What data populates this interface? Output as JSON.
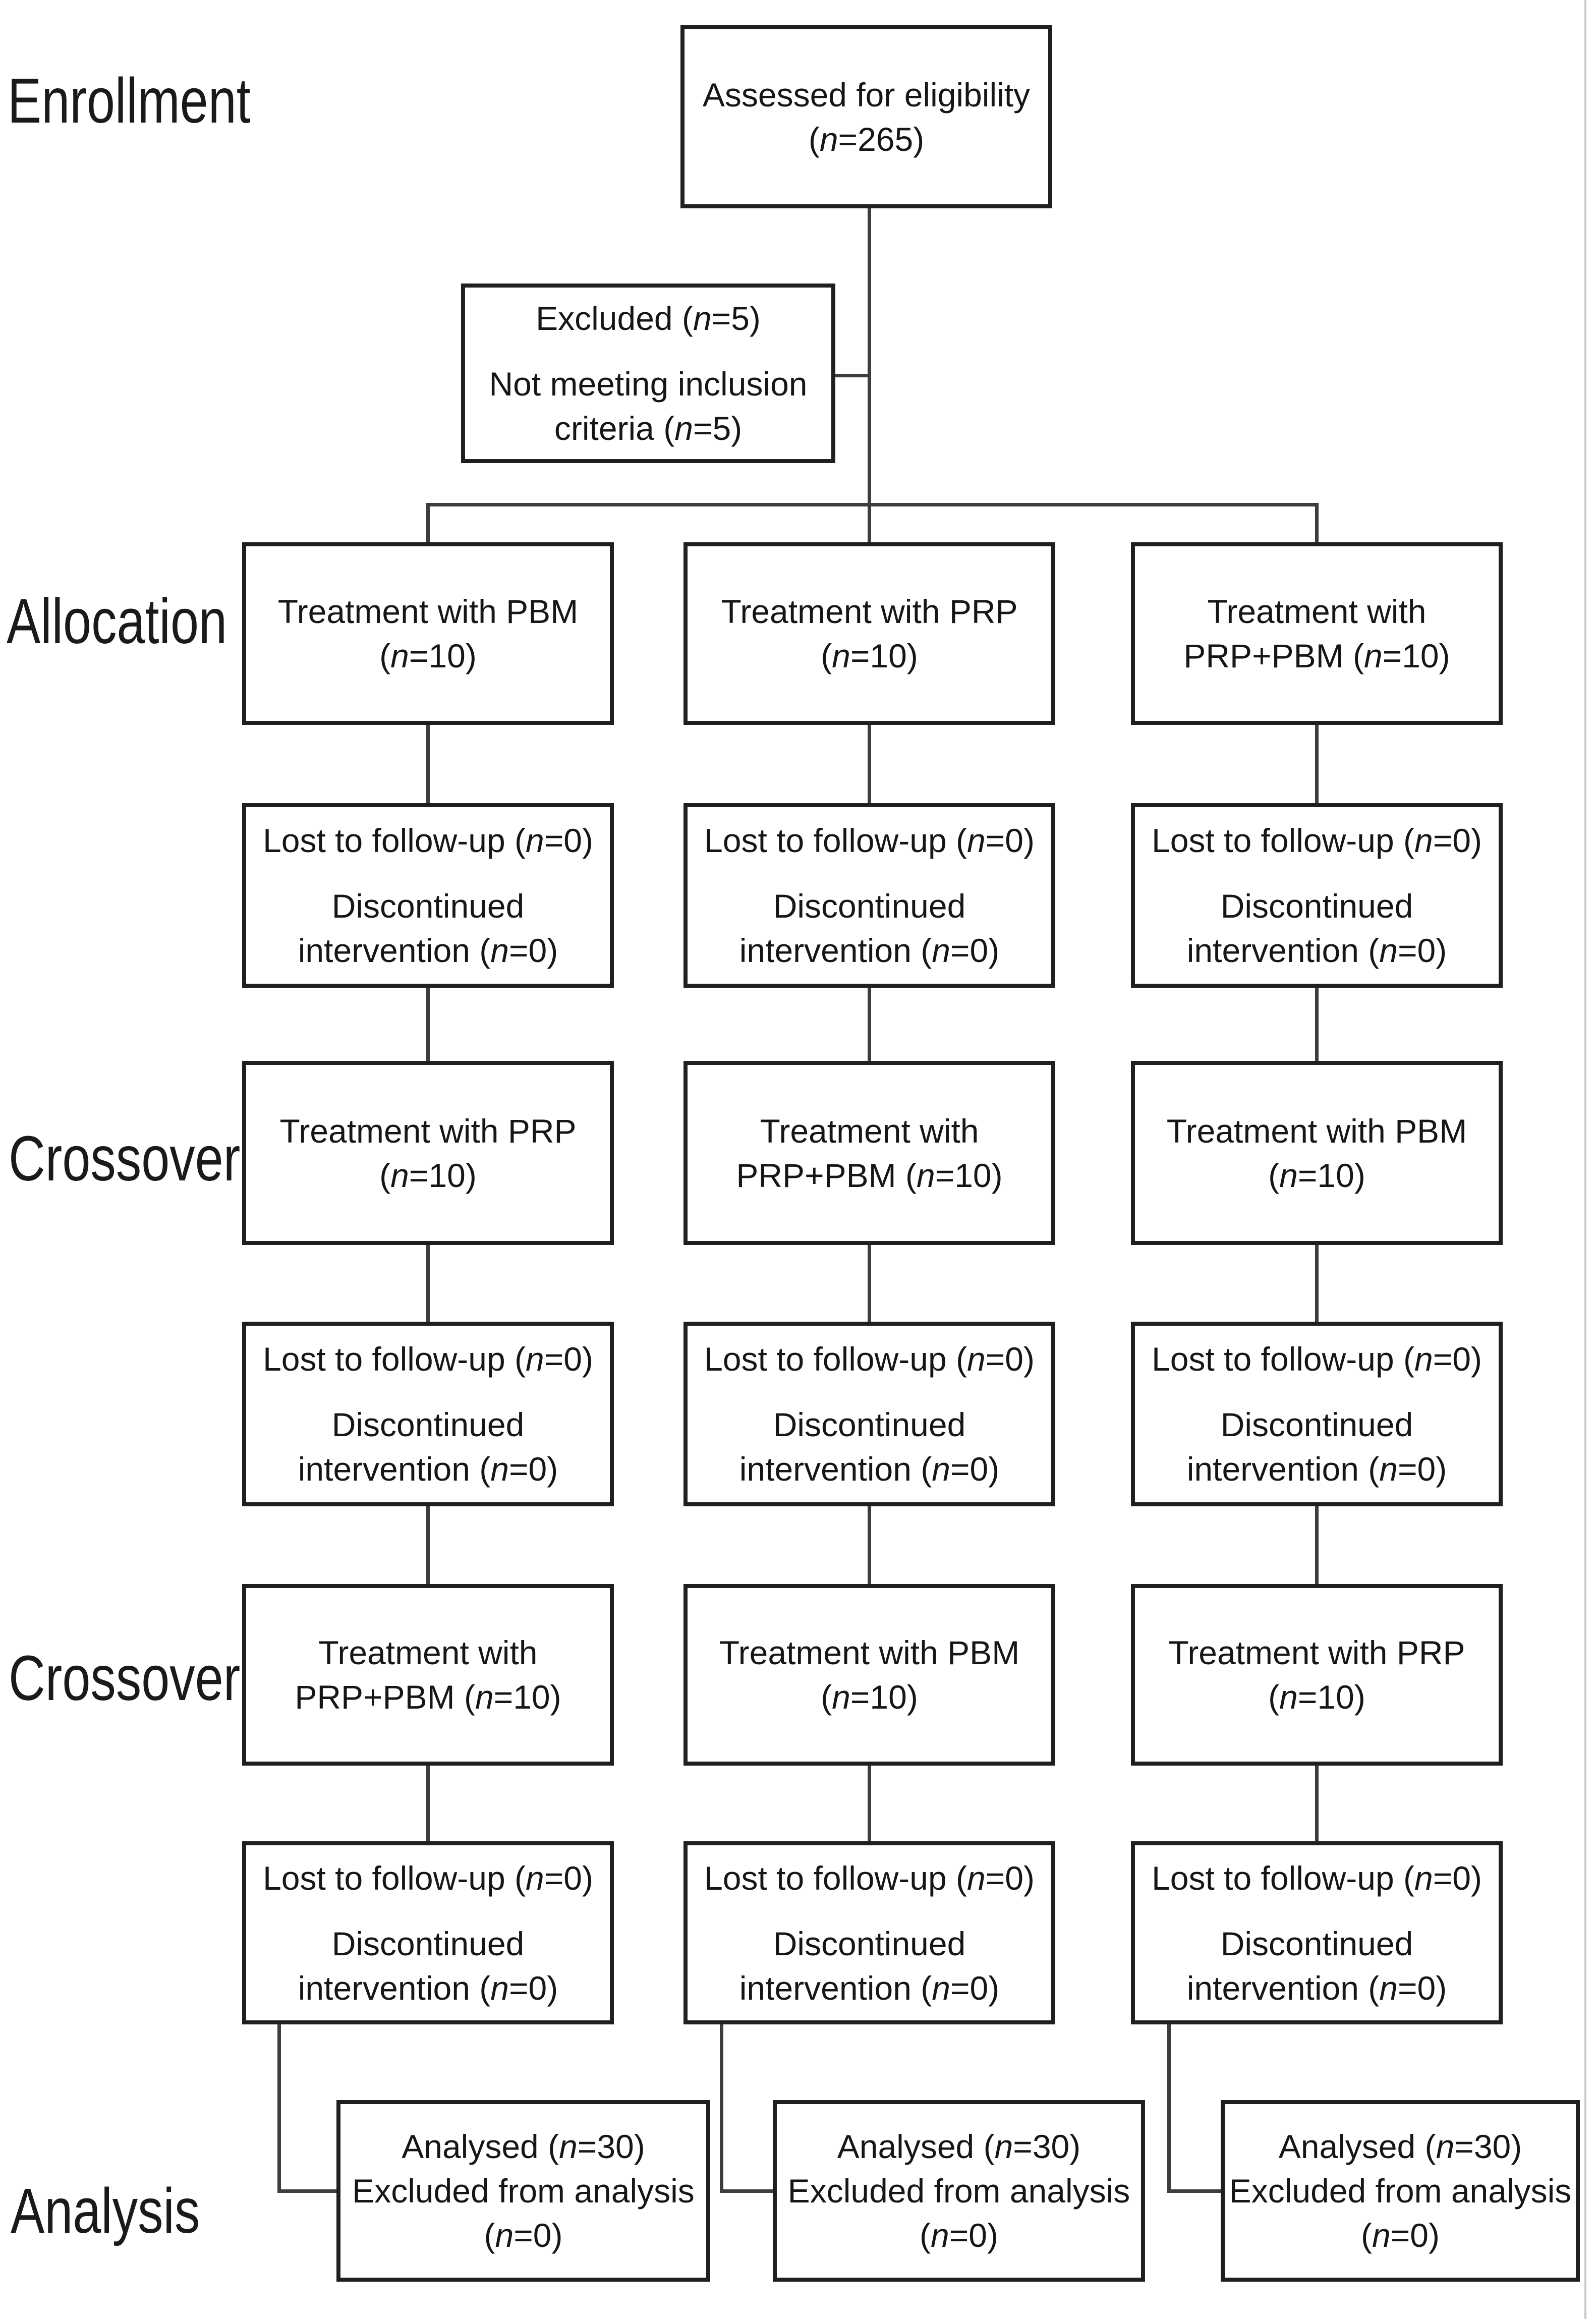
{
  "figure": {
    "title_semantic": "CONSORT crossover trial flow diagram",
    "colors": {
      "ink": "#1f1f1f",
      "connector": "#3d3d3d",
      "background": "#ffffff"
    },
    "stages": [
      {
        "label": "Enrollment"
      },
      {
        "label": "Allocation"
      },
      {
        "label": "Crossover"
      },
      {
        "label": "Crossover"
      },
      {
        "label": "Analysis"
      }
    ],
    "boxes": {
      "assessed": {
        "lines": [
          "Assessed for eligibility",
          "(n=265)"
        ]
      },
      "excluded": {
        "lines": [
          "Excluded (n=5)",
          "Not meeting inclusion",
          "criteria (n=5)"
        ]
      },
      "allocation": [
        {
          "lines": [
            "Treatment with PBM",
            "(n=10)"
          ]
        },
        {
          "lines": [
            "Treatment with PRP",
            "(n=10)"
          ]
        },
        {
          "lines": [
            "Treatment with",
            "PRP+PBM (n=10)"
          ]
        }
      ],
      "followup1": [
        {
          "lines": [
            "Lost to follow-up (n=0)",
            "Discontinued",
            "intervention (n=0)"
          ]
        },
        {
          "lines": [
            "Lost to follow-up (n=0)",
            "Discontinued",
            "intervention (n=0)"
          ]
        },
        {
          "lines": [
            "Lost to follow-up (n=0)",
            "Discontinued",
            "intervention (n=0)"
          ]
        }
      ],
      "crossover1": [
        {
          "lines": [
            "Treatment with PRP",
            "(n=10)"
          ]
        },
        {
          "lines": [
            "Treatment with",
            "PRP+PBM (n=10)"
          ]
        },
        {
          "lines": [
            "Treatment with PBM",
            "(n=10)"
          ]
        }
      ],
      "followup2": [
        {
          "lines": [
            "Lost to follow-up (n=0)",
            "Discontinued",
            "intervention (n=0)"
          ]
        },
        {
          "lines": [
            "Lost to follow-up (n=0)",
            "Discontinued",
            "intervention (n=0)"
          ]
        },
        {
          "lines": [
            "Lost to follow-up (n=0)",
            "Discontinued",
            "intervention (n=0)"
          ]
        }
      ],
      "crossover2": [
        {
          "lines": [
            "Treatment with",
            "PRP+PBM (n=10)"
          ]
        },
        {
          "lines": [
            "Treatment with PBM",
            "(n=10)"
          ]
        },
        {
          "lines": [
            "Treatment with PRP",
            "(n=10)"
          ]
        }
      ],
      "followup3": [
        {
          "lines": [
            "Lost to follow-up (n=0)",
            "Discontinued",
            "intervention (n=0)"
          ]
        },
        {
          "lines": [
            "Lost to follow-up (n=0)",
            "Discontinued",
            "intervention (n=0)"
          ]
        },
        {
          "lines": [
            "Lost to follow-up (n=0)",
            "Discontinued",
            "intervention (n=0)"
          ]
        }
      ],
      "analysis": [
        {
          "lines": [
            "Analysed (n=30)",
            "Excluded from analysis",
            "(n=0)"
          ]
        },
        {
          "lines": [
            "Analysed (n=30)",
            "Excluded from analysis",
            "(n=0)"
          ]
        },
        {
          "lines": [
            "Analysed (n=30)",
            "Excluded from analysis",
            "(n=0)"
          ]
        }
      ]
    }
  }
}
